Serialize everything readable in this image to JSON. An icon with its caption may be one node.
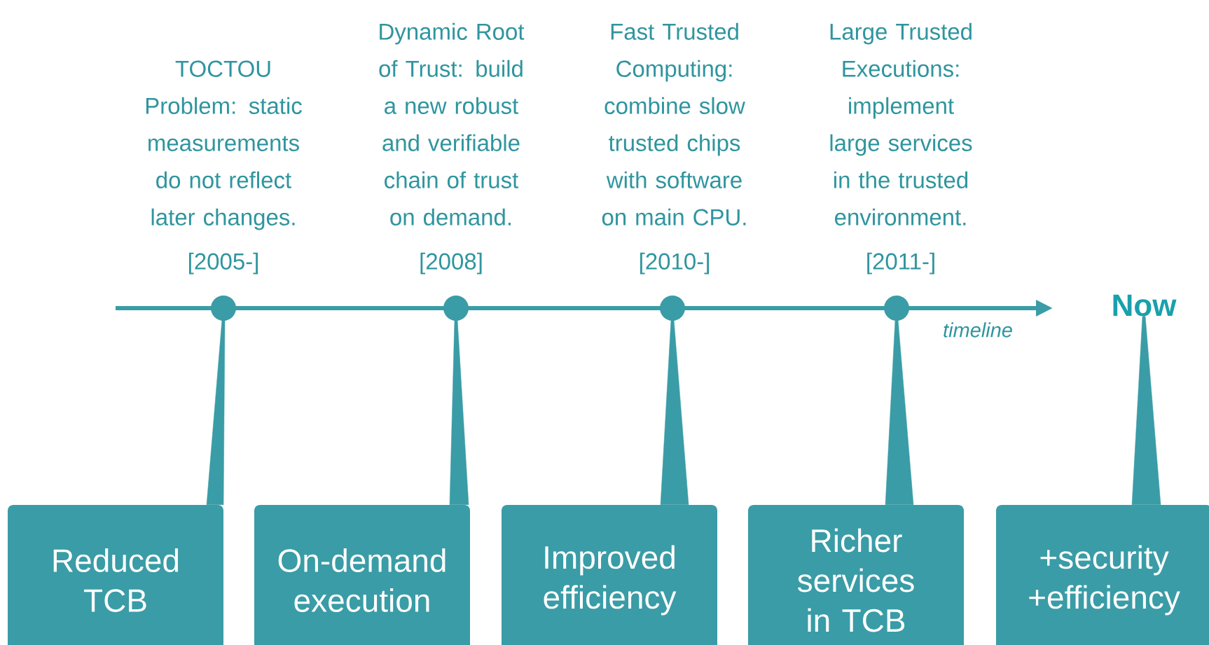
{
  "diagram": {
    "nodes": [
      {
        "text": [
          "TOCTOU Problem: static measurements do not reflect later changes.",
          "[2005-]"
        ]
      },
      {
        "text": [
          "Dynamic Root of Trust: build a new robust and verifiable chain of trust on demand.",
          "[2008]"
        ]
      },
      {
        "text": [
          "Fast Trusted Computing: combine slow trusted chips with software on main CPU.",
          "[2010-]"
        ]
      },
      {
        "text": [
          "Large Trusted Executions: implement large services in the trusted environment.",
          "[2011-]"
        ]
      },
      {
        "text": [],
        "shape": "circle"
      },
      {
        "text": [],
        "shape": "circle"
      },
      {
        "text": [],
        "shape": "circle"
      },
      {
        "text": [],
        "shape": "circle"
      },
      {
        "text": [
          "Now"
        ]
      },
      {
        "text": [
          "Reduced TCB"
        ]
      },
      {
        "text": [
          "On-demand execution"
        ]
      },
      {
        "text": [
          "Improved efficiency"
        ]
      },
      {
        "text": [
          "Richer services in TCB"
        ]
      },
      {
        "text": [
          "+security +efficiency"
        ]
      }
    ],
    "edges": [
      {
        "from": 4,
        "to": 9,
        "arrow": "none"
      },
      {
        "from": 5,
        "to": 10,
        "arrow": "none"
      },
      {
        "from": 6,
        "to": 11,
        "arrow": "none"
      },
      {
        "from": 7,
        "to": 12,
        "arrow": "none"
      },
      {
        "from": 8,
        "to": 13,
        "arrow": "none"
      }
    ],
    "labels": [
      "timeline"
    ]
  }
}
